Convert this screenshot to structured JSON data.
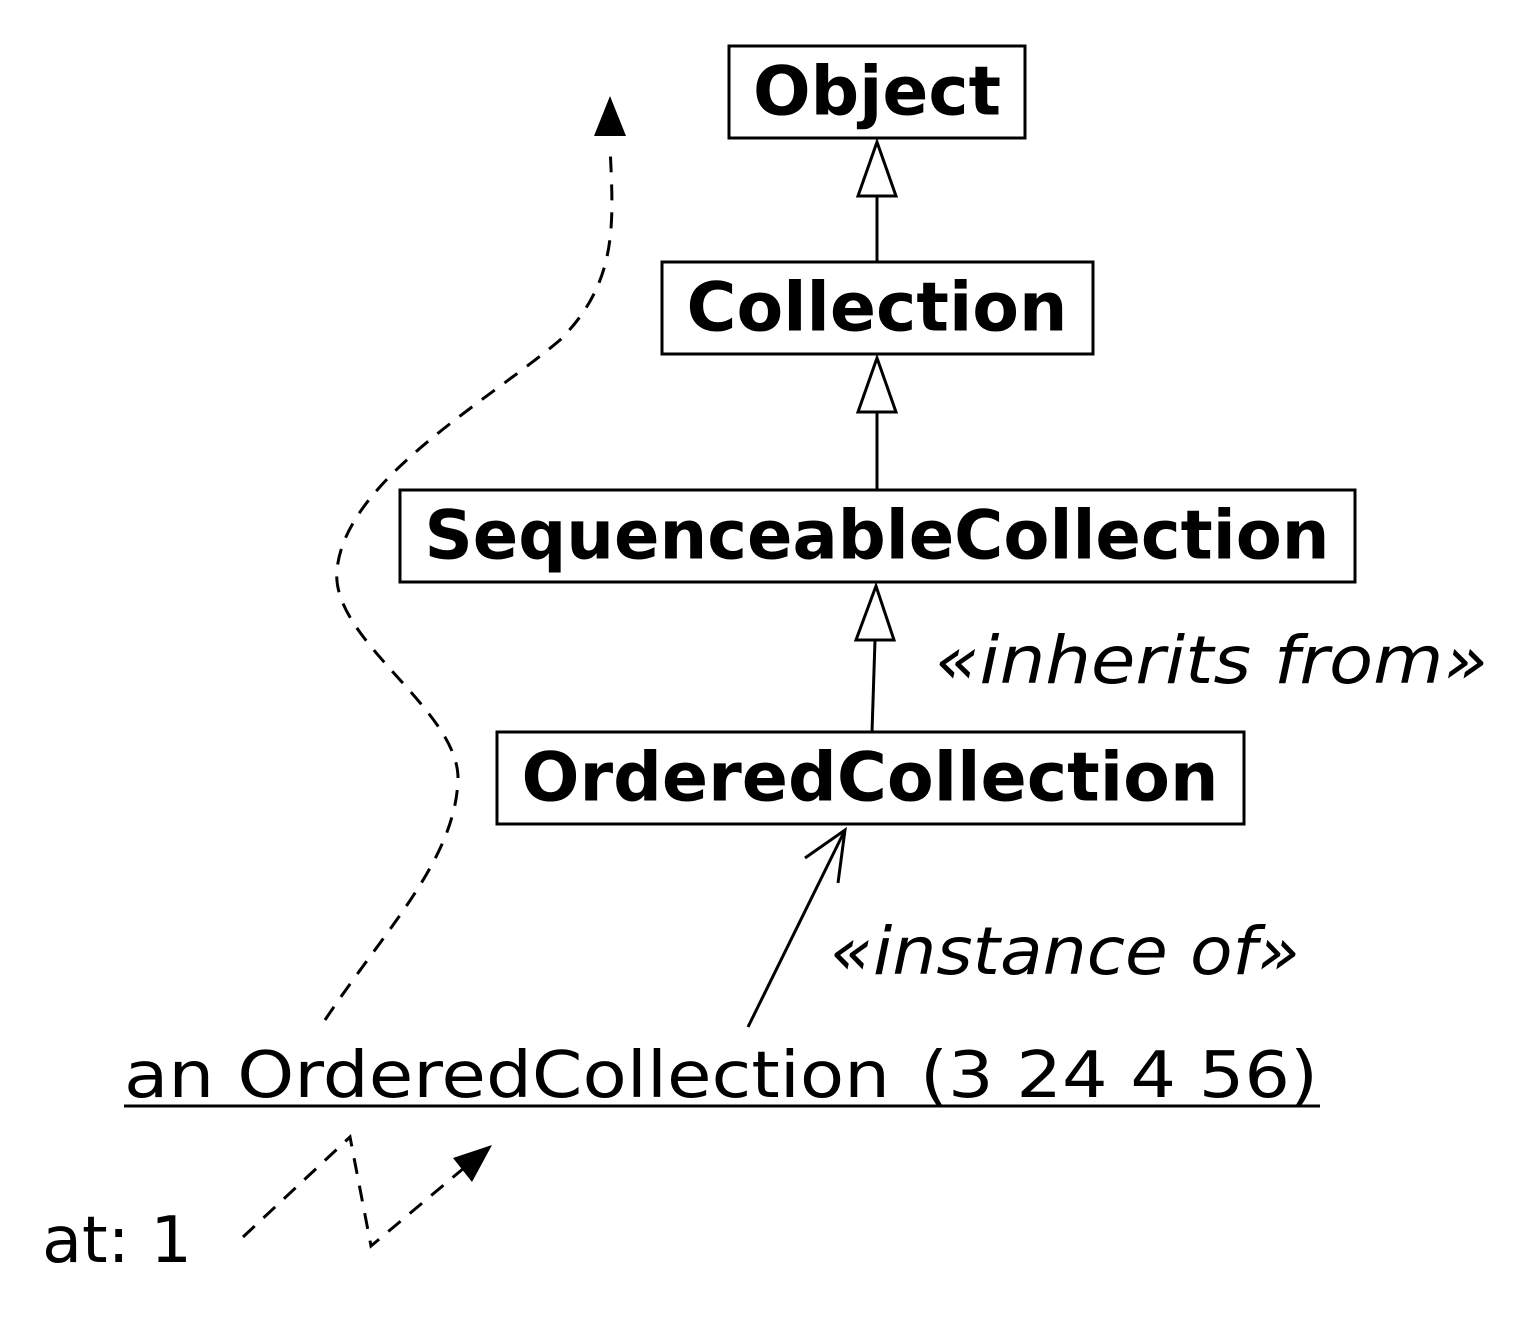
{
  "diagram": {
    "classes": {
      "object": "Object",
      "collection": "Collection",
      "sequenceable": "SequenceableCollection",
      "ordered": "OrderedCollection"
    },
    "labels": {
      "inherits": "«inherits from»",
      "instance_of": "«instance of»"
    },
    "instance": {
      "name": "an OrderedCollection",
      "value": "(3 24 4 56)"
    },
    "message": "at: 1"
  },
  "colors": {
    "stroke": "#000000",
    "background": "#ffffff"
  }
}
